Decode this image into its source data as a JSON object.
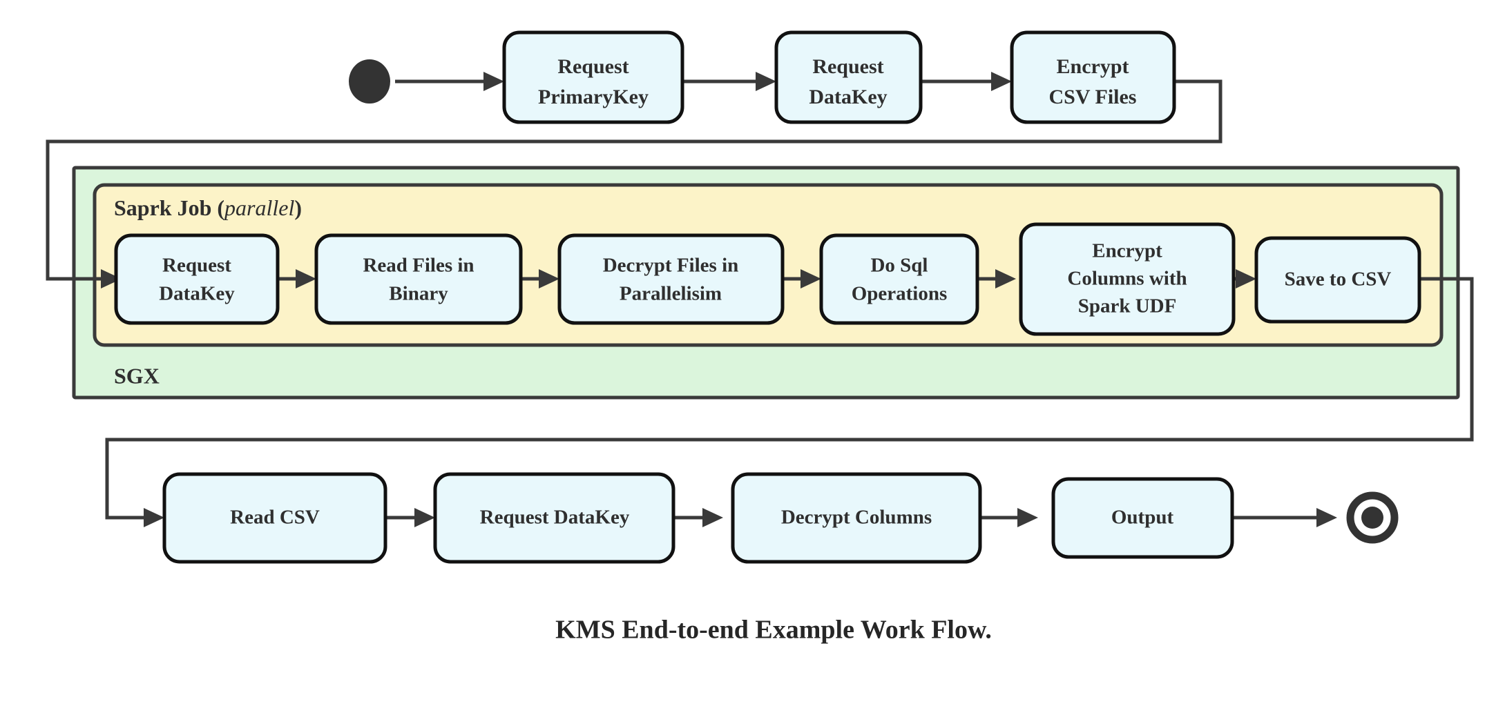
{
  "diagram": {
    "title": "KMS End-to-end Example Work Flow.",
    "colors": {
      "node_fill": "#e8f8fc",
      "node_stroke": "#111111",
      "spark_group_fill": "#fcf3c8",
      "sgx_group_fill": "#dbf5dc",
      "edge_stroke": "#3a3a3a",
      "text": "#2f2f2f",
      "start_end_marker": "#333333"
    },
    "markers": {
      "start": "start-node-filled-circle",
      "end": "end-node-double-circle"
    },
    "groups": {
      "sgx": {
        "label": "SGX"
      },
      "spark": {
        "label_bold": "Saprk Job",
        "label_italic_open": " (",
        "label_italic": "parallel",
        "label_italic_close": ")"
      }
    },
    "rows": {
      "top": [
        {
          "id": "request-primarykey",
          "lines": [
            "Request",
            "PrimaryKey"
          ]
        },
        {
          "id": "request-datakey-top",
          "lines": [
            "Request",
            "DataKey"
          ]
        },
        {
          "id": "encrypt-csv-files",
          "lines": [
            "Encrypt",
            "CSV Files"
          ]
        }
      ],
      "spark": [
        {
          "id": "request-datakey-spark",
          "lines": [
            "Request",
            "DataKey"
          ]
        },
        {
          "id": "read-files-in-binary",
          "lines": [
            "Read Files in",
            "Binary"
          ]
        },
        {
          "id": "decrypt-files-in-parallelisim",
          "lines": [
            "Decrypt Files in",
            "Parallelisim"
          ]
        },
        {
          "id": "do-sql-operations",
          "lines": [
            "Do Sql",
            "Operations"
          ]
        },
        {
          "id": "encrypt-columns-with-spark-udf",
          "lines": [
            "Encrypt",
            "Columns with",
            "Spark UDF"
          ]
        },
        {
          "id": "save-to-csv",
          "lines": [
            "Save to CSV"
          ]
        }
      ],
      "bottom": [
        {
          "id": "read-csv",
          "lines": [
            "Read CSV"
          ]
        },
        {
          "id": "request-datakey-bottom",
          "lines": [
            "Request DataKey"
          ]
        },
        {
          "id": "decrypt-columns",
          "lines": [
            "Decrypt Columns"
          ]
        },
        {
          "id": "output",
          "lines": [
            "Output"
          ]
        }
      ]
    }
  }
}
